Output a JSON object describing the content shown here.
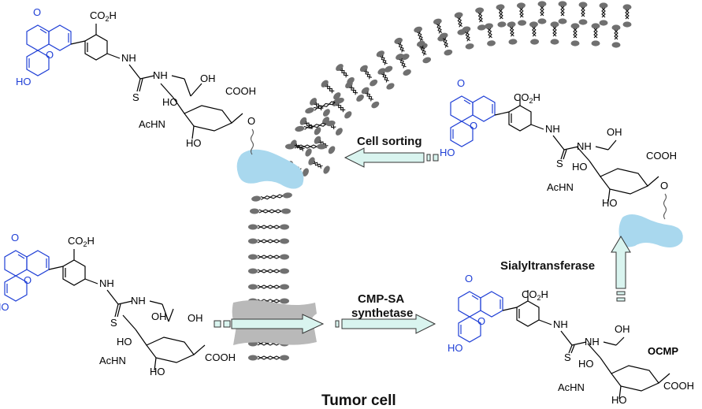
{
  "caption": "Tumor cell",
  "steps": {
    "cmp_line1": "CMP-SA",
    "cmp_line2": "synthetase",
    "sialyl": "Sialyltransferase",
    "sorting": "Cell sorting"
  },
  "atoms": {
    "co2h": "CO",
    "co2h_sub": "2",
    "co2h_h": "H",
    "nh": "NH",
    "s": "S",
    "oh": "OH",
    "ho": "HO",
    "ho_blue": "HO",
    "o_blue": "O",
    "o": "O",
    "acnh": "AcHN",
    "cooh": "COOH",
    "ocmp": "OCMP"
  },
  "colors": {
    "fluorescein": "#1f3fd6",
    "glycan": "#a9d8ee",
    "lipid_head": "#707070",
    "transporter": "#b9b9b9",
    "arrow_fill": "#d9f4ef"
  }
}
